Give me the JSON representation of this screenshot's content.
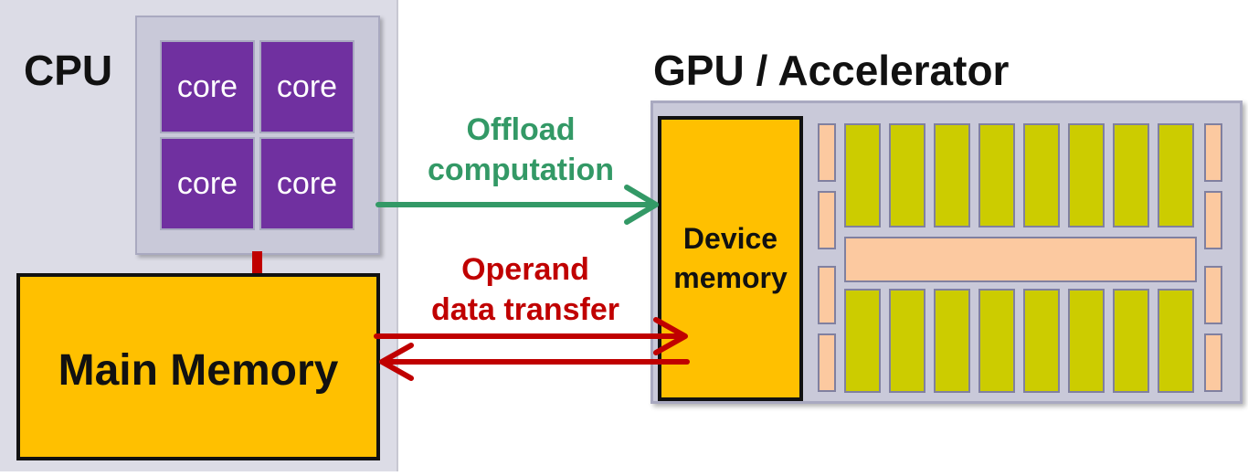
{
  "cpu": {
    "label": "CPU",
    "cores": [
      "core",
      "core",
      "core",
      "core"
    ],
    "main_memory_label": "Main Memory"
  },
  "gpu": {
    "label": "GPU / Accelerator",
    "device_memory_line1": "Device",
    "device_memory_line2": "memory"
  },
  "arrows": {
    "offload_line1": "Offload",
    "offload_line2": "computation",
    "transfer_line1": "Operand",
    "transfer_line2": "data transfer"
  },
  "colors": {
    "core": "#7030a0",
    "memory": "#ffc000",
    "alu": "#cccc00",
    "side_cell": "#fcc9a0",
    "offload_arrow": "#339966",
    "transfer_arrow": "#c00000"
  }
}
